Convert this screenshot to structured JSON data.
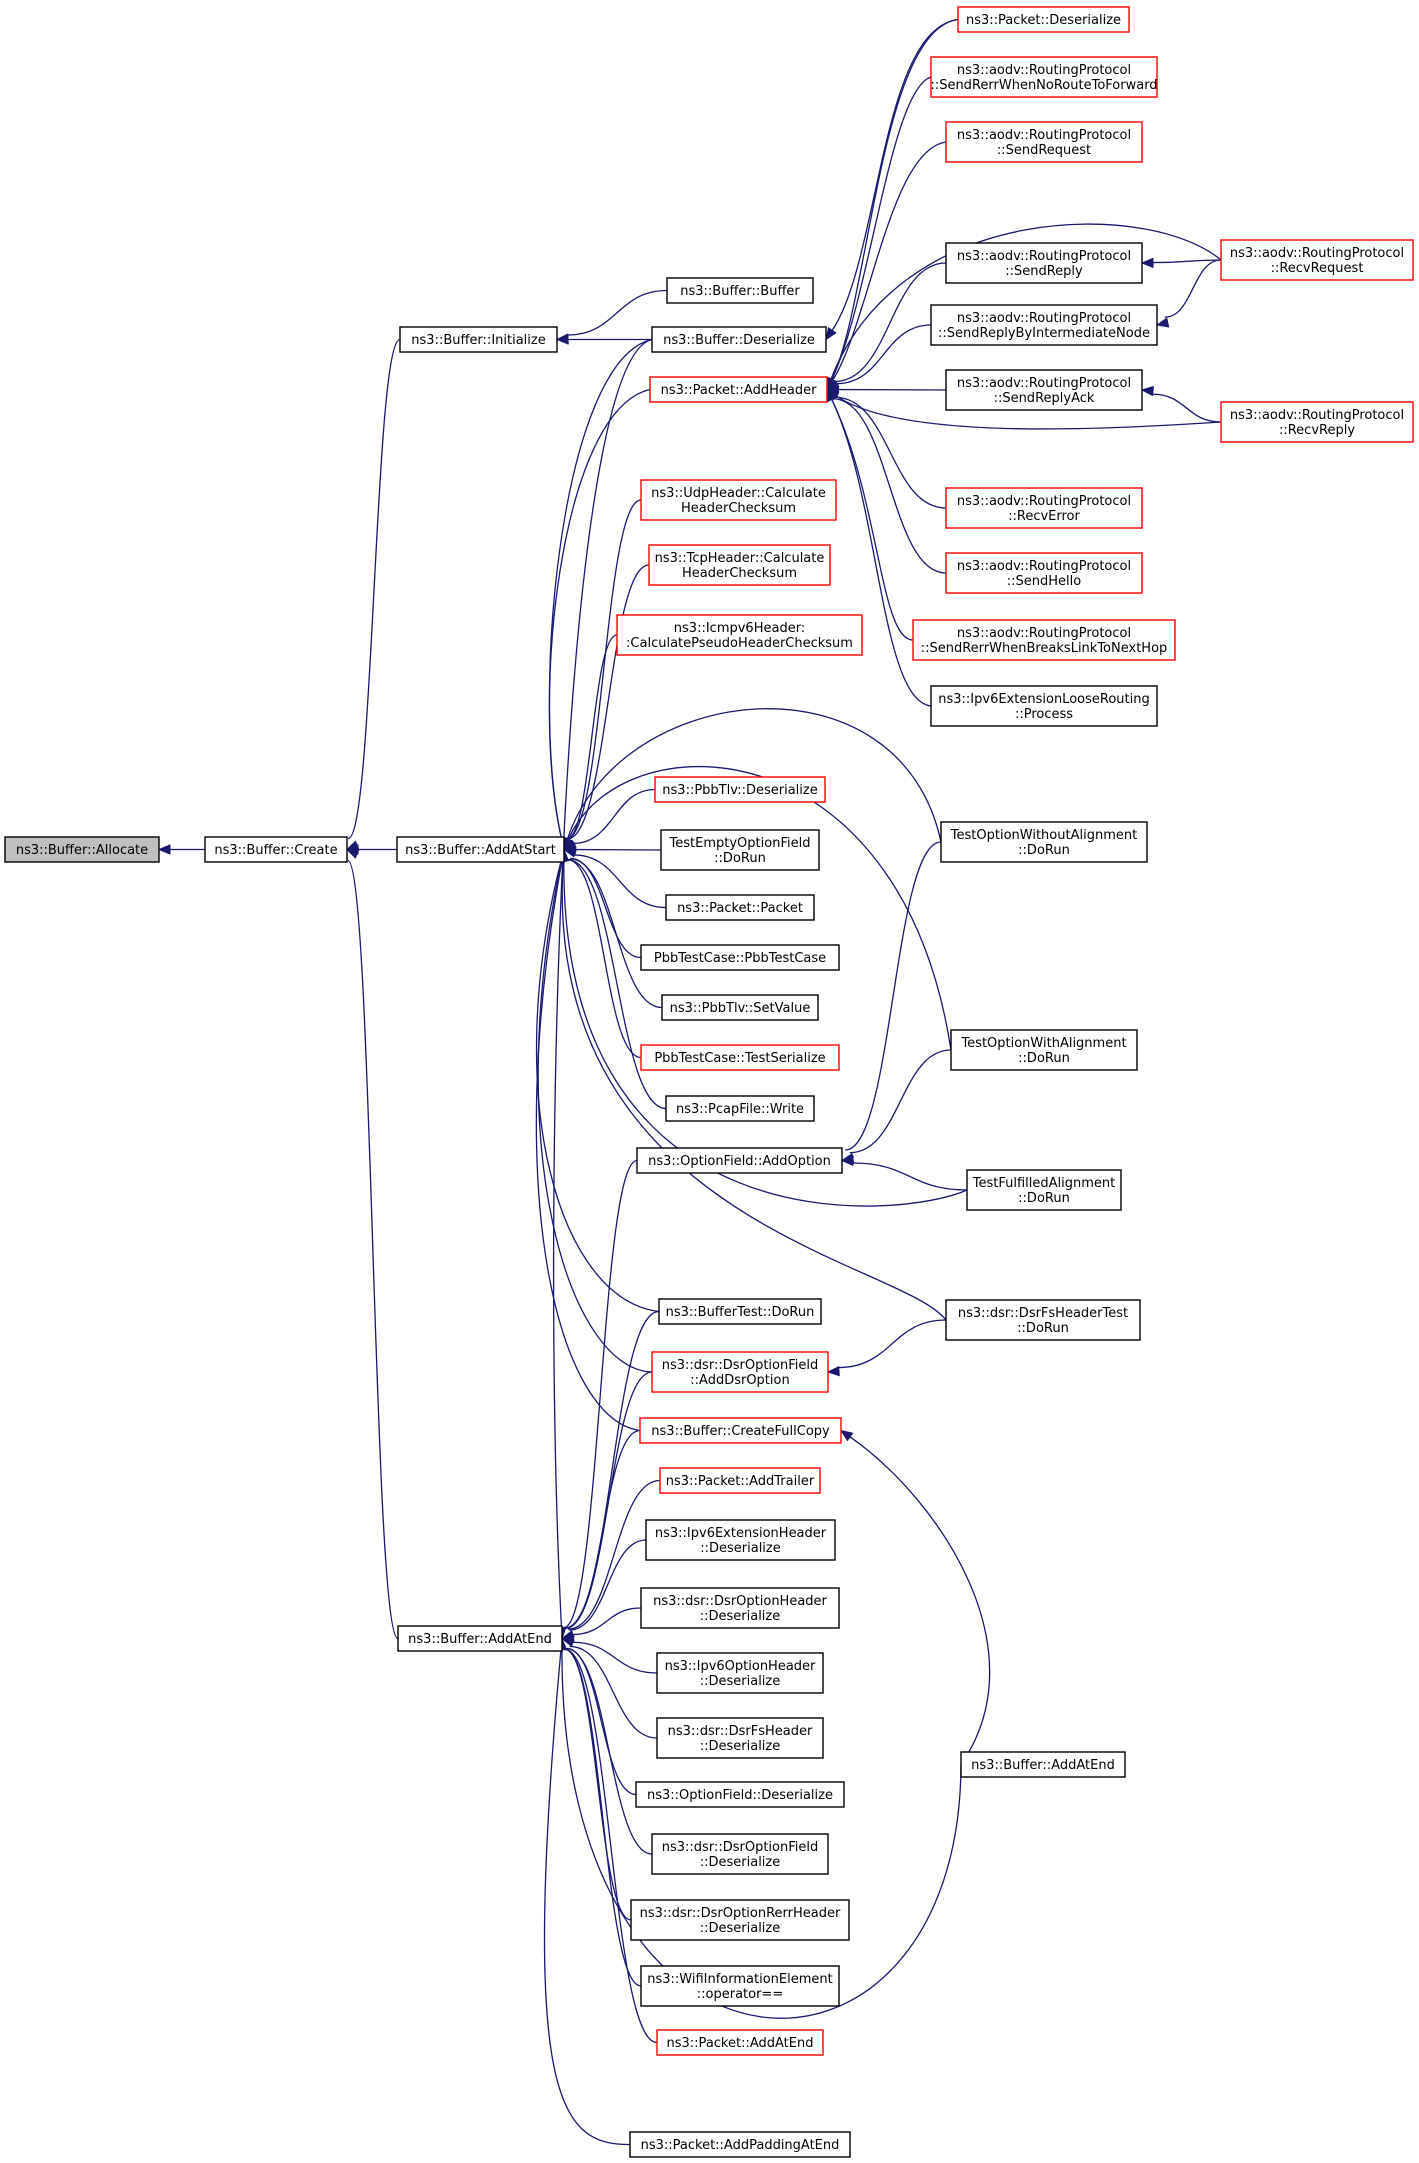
{
  "colors": {
    "edge": "#191970",
    "normal_border": "#000000",
    "truncated_border": "#ff0000",
    "root_fill": "#bfbfbf",
    "fill": "#ffffff"
  },
  "nodes": [
    {
      "id": "allocate",
      "lines": [
        "ns3::Buffer::Allocate"
      ],
      "style": "root"
    },
    {
      "id": "create",
      "lines": [
        "ns3::Buffer::Create"
      ],
      "style": "normal"
    },
    {
      "id": "initialize",
      "lines": [
        "ns3::Buffer::Initialize"
      ],
      "style": "normal"
    },
    {
      "id": "addatstart",
      "lines": [
        "ns3::Buffer::AddAtStart"
      ],
      "style": "normal"
    },
    {
      "id": "addatend",
      "lines": [
        "ns3::Buffer::AddAtEnd"
      ],
      "style": "normal"
    },
    {
      "id": "buffer_ctor",
      "lines": [
        "ns3::Buffer::Buffer"
      ],
      "style": "normal"
    },
    {
      "id": "buffer_deser",
      "lines": [
        "ns3::Buffer::Deserialize"
      ],
      "style": "normal"
    },
    {
      "id": "pkt_addheader",
      "lines": [
        "ns3::Packet::AddHeader"
      ],
      "style": "truncated"
    },
    {
      "id": "udp_csum",
      "lines": [
        "ns3::UdpHeader::Calculate",
        "HeaderChecksum"
      ],
      "style": "truncated"
    },
    {
      "id": "tcp_csum",
      "lines": [
        "ns3::TcpHeader::Calculate",
        "HeaderChecksum"
      ],
      "style": "truncated"
    },
    {
      "id": "icmp_csum",
      "lines": [
        "ns3::Icmpv6Header:",
        ":CalculatePseudoHeaderChecksum"
      ],
      "style": "truncated"
    },
    {
      "id": "pbbtlv_deser",
      "lines": [
        "ns3::PbbTlv::Deserialize"
      ],
      "style": "truncated"
    },
    {
      "id": "testempty",
      "lines": [
        "TestEmptyOptionField",
        "::DoRun"
      ],
      "style": "normal"
    },
    {
      "id": "pkt_packet",
      "lines": [
        "ns3::Packet::Packet"
      ],
      "style": "normal"
    },
    {
      "id": "pbbtestcase",
      "lines": [
        "PbbTestCase::PbbTestCase"
      ],
      "style": "normal"
    },
    {
      "id": "pbbtlv_setvalue",
      "lines": [
        "ns3::PbbTlv::SetValue"
      ],
      "style": "normal"
    },
    {
      "id": "pbb_testser",
      "lines": [
        "PbbTestCase::TestSerialize"
      ],
      "style": "truncated"
    },
    {
      "id": "pcap_write",
      "lines": [
        "ns3::PcapFile::Write"
      ],
      "style": "normal"
    },
    {
      "id": "opt_addoption",
      "lines": [
        "ns3::OptionField::AddOption"
      ],
      "style": "normal"
    },
    {
      "id": "buffertest",
      "lines": [
        "ns3::BufferTest::DoRun"
      ],
      "style": "normal"
    },
    {
      "id": "dsr_adddsroption",
      "lines": [
        "ns3::dsr::DsrOptionField",
        "::AddDsrOption"
      ],
      "style": "truncated"
    },
    {
      "id": "createfullcopy",
      "lines": [
        "ns3::Buffer::CreateFullCopy"
      ],
      "style": "truncated"
    },
    {
      "id": "pkt_addtrailer",
      "lines": [
        "ns3::Packet::AddTrailer"
      ],
      "style": "truncated"
    },
    {
      "id": "ipv6ext_deser",
      "lines": [
        "ns3::Ipv6ExtensionHeader",
        "::Deserialize"
      ],
      "style": "normal"
    },
    {
      "id": "dsropthdr_deser",
      "lines": [
        "ns3::dsr::DsrOptionHeader",
        "::Deserialize"
      ],
      "style": "normal"
    },
    {
      "id": "ipv6opt_deser",
      "lines": [
        "ns3::Ipv6OptionHeader",
        "::Deserialize"
      ],
      "style": "normal"
    },
    {
      "id": "dsrfs_deser",
      "lines": [
        "ns3::dsr::DsrFsHeader",
        "::Deserialize"
      ],
      "style": "normal"
    },
    {
      "id": "optfield_deser",
      "lines": [
        "ns3::OptionField::Deserialize"
      ],
      "style": "normal"
    },
    {
      "id": "dsroptfield_deser",
      "lines": [
        "ns3::dsr::DsrOptionField",
        "::Deserialize"
      ],
      "style": "normal"
    },
    {
      "id": "dsrrerr_deser",
      "lines": [
        "ns3::dsr::DsrOptionRerrHeader",
        "::Deserialize"
      ],
      "style": "normal"
    },
    {
      "id": "wifi_op",
      "lines": [
        "ns3::WifiInformationElement",
        "::operator=="
      ],
      "style": "normal"
    },
    {
      "id": "pkt_addatend",
      "lines": [
        "ns3::Packet::AddAtEnd"
      ],
      "style": "truncated"
    },
    {
      "id": "pkt_addpadding",
      "lines": [
        "ns3::Packet::AddPaddingAtEnd"
      ],
      "style": "normal"
    },
    {
      "id": "pkt_deser",
      "lines": [
        "ns3::Packet::Deserialize"
      ],
      "style": "truncated"
    },
    {
      "id": "aodv_senderr_noroute",
      "lines": [
        "ns3::aodv::RoutingProtocol",
        "::SendRerrWhenNoRouteToForward"
      ],
      "style": "truncated"
    },
    {
      "id": "aodv_sendrequest",
      "lines": [
        "ns3::aodv::RoutingProtocol",
        "::SendRequest"
      ],
      "style": "truncated"
    },
    {
      "id": "aodv_sendreply",
      "lines": [
        "ns3::aodv::RoutingProtocol",
        "::SendReply"
      ],
      "style": "normal"
    },
    {
      "id": "aodv_sendreply_inter",
      "lines": [
        "ns3::aodv::RoutingProtocol",
        "::SendReplyByIntermediateNode"
      ],
      "style": "normal"
    },
    {
      "id": "aodv_sendreplyack",
      "lines": [
        "ns3::aodv::RoutingProtocol",
        "::SendReplyAck"
      ],
      "style": "normal"
    },
    {
      "id": "aodv_recverror",
      "lines": [
        "ns3::aodv::RoutingProtocol",
        "::RecvError"
      ],
      "style": "truncated"
    },
    {
      "id": "aodv_sendhello",
      "lines": [
        "ns3::aodv::RoutingProtocol",
        "::SendHello"
      ],
      "style": "truncated"
    },
    {
      "id": "aodv_senderr_breaks",
      "lines": [
        "ns3::aodv::RoutingProtocol",
        "::SendRerrWhenBreaksLinkToNextHop"
      ],
      "style": "truncated"
    },
    {
      "id": "ipv6loose",
      "lines": [
        "ns3::Ipv6ExtensionLooseRouting",
        "::Process"
      ],
      "style": "normal"
    },
    {
      "id": "test_without",
      "lines": [
        "TestOptionWithoutAlignment",
        "::DoRun"
      ],
      "style": "normal"
    },
    {
      "id": "test_with",
      "lines": [
        "TestOptionWithAlignment",
        "::DoRun"
      ],
      "style": "normal"
    },
    {
      "id": "test_fulfilled",
      "lines": [
        "TestFulfilledAlignment",
        "::DoRun"
      ],
      "style": "normal"
    },
    {
      "id": "dsrfs_test",
      "lines": [
        "ns3::dsr::DsrFsHeaderTest",
        "::DoRun"
      ],
      "style": "normal"
    },
    {
      "id": "buffer_addatend2",
      "lines": [
        "ns3::Buffer::AddAtEnd"
      ],
      "style": "normal"
    },
    {
      "id": "aodv_recvrequest",
      "lines": [
        "ns3::aodv::RoutingProtocol",
        "::RecvRequest"
      ],
      "style": "truncated"
    },
    {
      "id": "aodv_recvreply",
      "lines": [
        "ns3::aodv::RoutingProtocol",
        "::RecvReply"
      ],
      "style": "truncated"
    }
  ],
  "edges": [
    {
      "from": "allocate",
      "to": "create"
    },
    {
      "from": "create",
      "to": "initialize"
    },
    {
      "from": "create",
      "to": "addatstart"
    },
    {
      "from": "create",
      "to": "addatend"
    },
    {
      "from": "initialize",
      "to": "buffer_ctor"
    },
    {
      "from": "initialize",
      "to": "buffer_deser"
    },
    {
      "from": "addatstart",
      "to": "buffer_deser"
    },
    {
      "from": "addatstart",
      "to": "pkt_addheader"
    },
    {
      "from": "addatstart",
      "to": "udp_csum"
    },
    {
      "from": "addatstart",
      "to": "tcp_csum"
    },
    {
      "from": "addatstart",
      "to": "icmp_csum"
    },
    {
      "from": "addatstart",
      "to": "pbbtlv_deser"
    },
    {
      "from": "addatstart",
      "to": "testempty"
    },
    {
      "from": "addatstart",
      "to": "pkt_packet"
    },
    {
      "from": "addatstart",
      "to": "pbbtestcase"
    },
    {
      "from": "addatstart",
      "to": "pbbtlv_setvalue"
    },
    {
      "from": "addatstart",
      "to": "pbb_testser"
    },
    {
      "from": "addatstart",
      "to": "pcap_write"
    },
    {
      "from": "addatstart",
      "to": "buffertest"
    },
    {
      "from": "addatstart",
      "to": "dsr_adddsroption"
    },
    {
      "from": "addatstart",
      "to": "createfullcopy"
    },
    {
      "from": "addatstart",
      "to": "test_without"
    },
    {
      "from": "addatstart",
      "to": "test_with"
    },
    {
      "from": "addatstart",
      "to": "test_fulfilled"
    },
    {
      "from": "addatstart",
      "to": "dsrfs_test"
    },
    {
      "from": "addatend",
      "to": "buffer_deser"
    },
    {
      "from": "addatend",
      "to": "opt_addoption"
    },
    {
      "from": "addatend",
      "to": "buffertest"
    },
    {
      "from": "addatend",
      "to": "dsr_adddsroption"
    },
    {
      "from": "addatend",
      "to": "createfullcopy"
    },
    {
      "from": "addatend",
      "to": "pkt_addtrailer"
    },
    {
      "from": "addatend",
      "to": "ipv6ext_deser"
    },
    {
      "from": "addatend",
      "to": "dsropthdr_deser"
    },
    {
      "from": "addatend",
      "to": "ipv6opt_deser"
    },
    {
      "from": "addatend",
      "to": "dsrfs_deser"
    },
    {
      "from": "addatend",
      "to": "optfield_deser"
    },
    {
      "from": "addatend",
      "to": "dsroptfield_deser"
    },
    {
      "from": "addatend",
      "to": "dsrrerr_deser"
    },
    {
      "from": "addatend",
      "to": "wifi_op"
    },
    {
      "from": "addatend",
      "to": "pkt_addatend"
    },
    {
      "from": "addatend",
      "to": "pkt_addpadding"
    },
    {
      "from": "addatend",
      "to": "buffer_addatend2"
    },
    {
      "from": "buffer_deser",
      "to": "pkt_deser"
    },
    {
      "from": "pkt_addheader",
      "to": "pkt_deser"
    },
    {
      "from": "pkt_addheader",
      "to": "aodv_senderr_noroute"
    },
    {
      "from": "pkt_addheader",
      "to": "aodv_sendrequest"
    },
    {
      "from": "pkt_addheader",
      "to": "aodv_sendreply"
    },
    {
      "from": "pkt_addheader",
      "to": "aodv_sendreply_inter"
    },
    {
      "from": "pkt_addheader",
      "to": "aodv_sendreplyack"
    },
    {
      "from": "pkt_addheader",
      "to": "aodv_recverror"
    },
    {
      "from": "pkt_addheader",
      "to": "aodv_sendhello"
    },
    {
      "from": "pkt_addheader",
      "to": "aodv_senderr_breaks"
    },
    {
      "from": "pkt_addheader",
      "to": "ipv6loose"
    },
    {
      "from": "pkt_addheader",
      "to": "aodv_recvrequest"
    },
    {
      "from": "pkt_addheader",
      "to": "aodv_recvreply"
    },
    {
      "from": "aodv_sendreply",
      "to": "aodv_recvrequest"
    },
    {
      "from": "aodv_sendreply_inter",
      "to": "aodv_recvrequest"
    },
    {
      "from": "aodv_sendreplyack",
      "to": "aodv_recvreply"
    },
    {
      "from": "opt_addoption",
      "to": "test_without"
    },
    {
      "from": "opt_addoption",
      "to": "test_with"
    },
    {
      "from": "opt_addoption",
      "to": "test_fulfilled"
    },
    {
      "from": "dsr_adddsroption",
      "to": "dsrfs_test"
    },
    {
      "from": "createfullcopy",
      "to": "buffer_addatend2"
    }
  ]
}
